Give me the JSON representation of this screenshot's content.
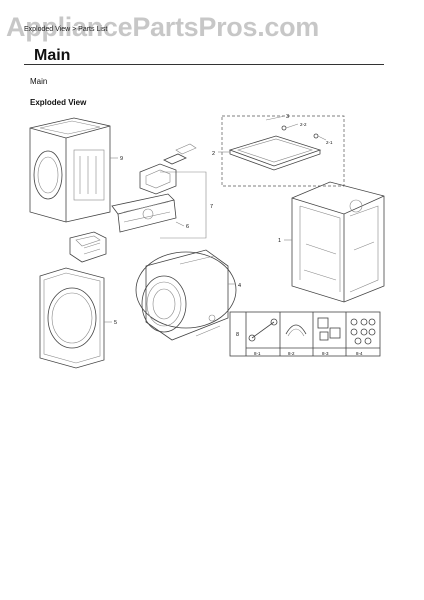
{
  "watermark": "AppliancePartsPros.com",
  "breadcrumb": "Exploded View > Parts List",
  "page_title": "Main",
  "section_label": "Main",
  "view_label": "Exploded View",
  "callouts": {
    "c1": "1",
    "c2": "2",
    "c2_1": "2-1",
    "c2_2": "2-2",
    "c3": "3",
    "c4": "4",
    "c5": "5",
    "c6": "6",
    "c7": "7",
    "c8": "8",
    "c9": "9",
    "c8_1": "8-1",
    "c8_2": "8-2",
    "c8_3": "8-3",
    "c8_4": "8-4"
  }
}
